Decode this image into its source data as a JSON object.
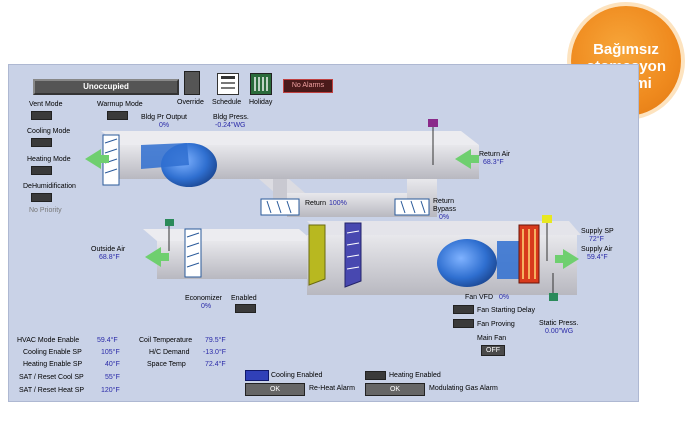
{
  "badge": {
    "line1": "Bağımsız",
    "line2": "otomasyon",
    "line3": "sistemi"
  },
  "top": {
    "mode": "Unoccupied",
    "override": "Override",
    "schedule": "Schedule",
    "holiday": "Holiday",
    "alarms": "No Alarms"
  },
  "modes": {
    "vent": "Vent Mode",
    "warmup": "Warmup Mode",
    "cooling": "Cooling Mode",
    "heating": "Heating Mode",
    "dehum": "DeHumidification",
    "priority": "No Priority"
  },
  "bldg": {
    "pr_label": "Bldg Pr Output",
    "pr_value": "0%",
    "press_label": "Bldg Press.",
    "press_value": "-0.24\"WG"
  },
  "return_air": {
    "label": "Return Air",
    "value": "68.3°F"
  },
  "return_damper": {
    "label": "Return",
    "value": "100%"
  },
  "return_bypass": {
    "label1": "Return",
    "label2": "Bypass",
    "value": "0%"
  },
  "outside_air": {
    "label": "Outside Air",
    "value": "68.8°F"
  },
  "supply": {
    "sp_label": "Supply SP",
    "sp_value": "72°F",
    "air_label": "Supply Air",
    "air_value": "59.4°F"
  },
  "economizer": {
    "label": "Economizer",
    "value": "0%",
    "enabled": "Enabled"
  },
  "fan": {
    "vfd_label": "Fan VFD",
    "vfd_value": "0%",
    "starting": "Fan Starting Delay",
    "proving": "Fan Proving",
    "main": "Main Fan",
    "main_state": "OFF"
  },
  "static": {
    "label": "Static Press.",
    "value": "0.00\"WG"
  },
  "settings": [
    {
      "label": "HVAC Mode Enable",
      "value": "59.4°F"
    },
    {
      "label": "Cooling Enable SP",
      "value": "105°F"
    },
    {
      "label": "Heating Enable SP",
      "value": "40°F"
    },
    {
      "label": "SAT / Reset Cool SP",
      "value": "55°F"
    },
    {
      "label": "SAT / Reset Heat SP",
      "value": "120°F"
    }
  ],
  "readings": [
    {
      "label": "Coil Temperature",
      "value": "79.5°F"
    },
    {
      "label": "H/C Demand",
      "value": "-13.0°F"
    },
    {
      "label": "Space Temp",
      "value": "72.4°F"
    }
  ],
  "alarms": {
    "cooling": "Cooling Enabled",
    "heating": "Heating Enabled",
    "ok1": "OK",
    "reheat": "Re-Heat Alarm",
    "ok2": "OK",
    "modulating": "Modulating Gas Alarm"
  },
  "colors": {
    "panel": "#c9d2e7",
    "duct": "#d4d4d8",
    "fan": "#2f6fd0",
    "arrow": "#6fcf6f",
    "badge": "#ef8a1e"
  }
}
